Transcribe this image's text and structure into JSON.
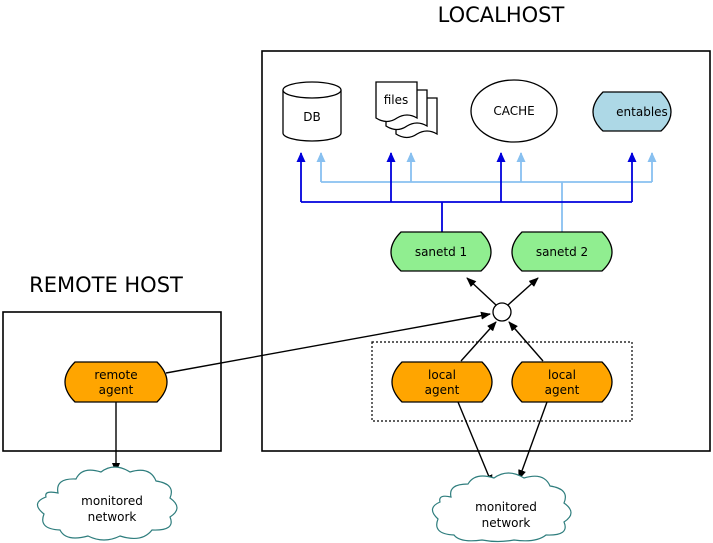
{
  "titles": {
    "localhost": "LOCALHOST",
    "remote_host": "REMOTE HOST"
  },
  "storage": {
    "db": "DB",
    "files": "files",
    "cache": "CACHE",
    "entables": "entables"
  },
  "daemons": {
    "sanetd1": "sanetd 1",
    "sanetd2": "sanetd 2"
  },
  "agents": {
    "remote_line1": "remote",
    "remote_line2": "agent",
    "local1_line1": "local",
    "local1_line2": "agent",
    "local2_line1": "local",
    "local2_line2": "agent"
  },
  "networks": {
    "left_line1": "monitored",
    "left_line2": "network",
    "right_line1": "monitored",
    "right_line2": "network"
  },
  "colors": {
    "agent_fill": "#ffa500",
    "daemon_fill": "#90ee90",
    "entables_fill": "#add8e6",
    "dark_blue": "#0000dd",
    "light_blue": "#88c0f0",
    "cloud_stroke": "#2e7d7d"
  }
}
